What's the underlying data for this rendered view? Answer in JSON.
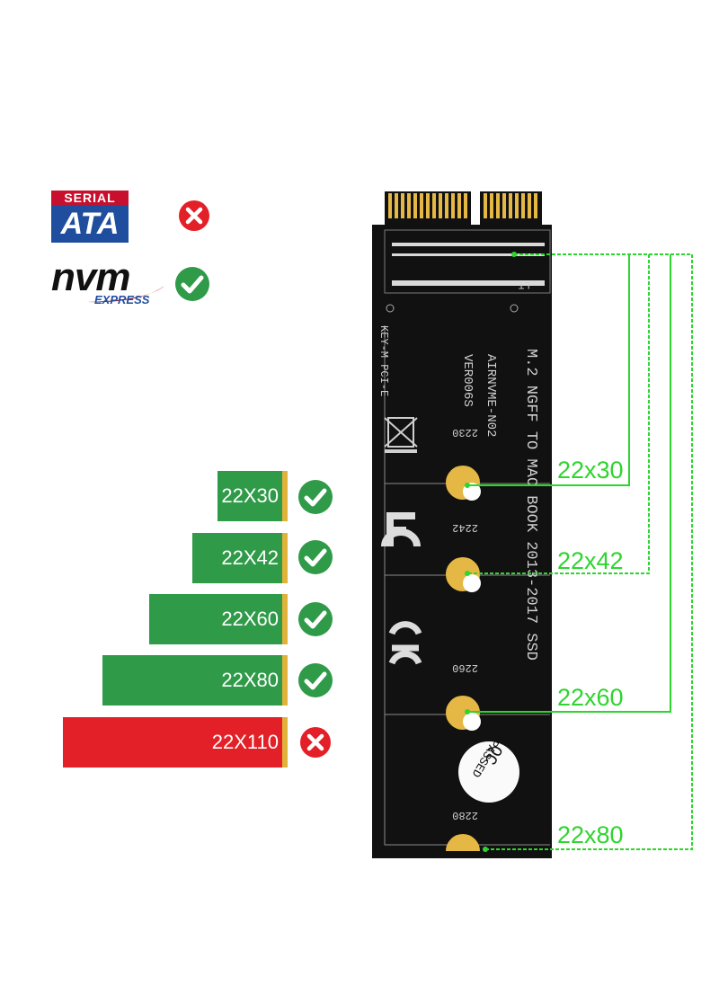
{
  "interfaces": [
    {
      "logo_top": "SERIAL",
      "logo_main": "ATA",
      "icon": "cross-icon",
      "supported": false
    },
    {
      "logo_main": "nvm",
      "logo_sub": "EXPRESS",
      "icon": "check-icon",
      "supported": true
    }
  ],
  "sizes": [
    {
      "label": "22X30",
      "supported": true,
      "icon": "check-icon"
    },
    {
      "label": "22X42",
      "supported": true,
      "icon": "check-icon"
    },
    {
      "label": "22X60",
      "supported": true,
      "icon": "check-icon"
    },
    {
      "label": "22X80",
      "supported": true,
      "icon": "check-icon"
    },
    {
      "label": "22X110",
      "supported": false,
      "icon": "cross-icon"
    }
  ],
  "board": {
    "lt": "LT",
    "key_label": "KEY-M PCI-E",
    "title": "M.2 NGFF TO MAC BOOK  2013-2017 SSD",
    "model": "AIRNVME-N02",
    "version": "VER006S",
    "mount_labels": [
      "2230",
      "2242",
      "2260",
      "2280"
    ],
    "qc_top": "QC",
    "qc_bottom": "PASSED"
  },
  "length_labels": [
    "22x30",
    "22x42",
    "22x60",
    "22x80"
  ],
  "colors": {
    "green_bar": "#2f9a48",
    "red_bar": "#e32027",
    "check_green": "#2f9a48",
    "cross_red": "#e32027",
    "annotation_green": "#2ed52e",
    "board": "#111111",
    "gold": "#e5b744"
  }
}
